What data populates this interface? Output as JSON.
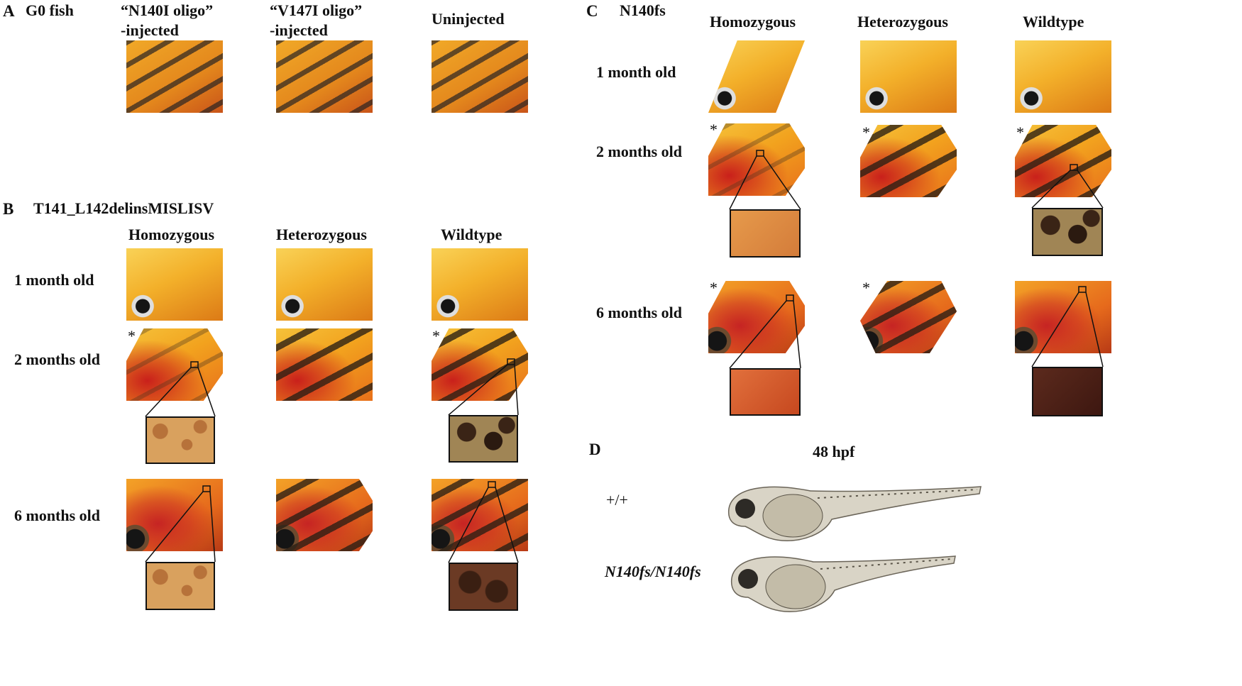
{
  "panel_a": {
    "letter": "A",
    "title": "G0 fish",
    "col1_line1": "“N140I oligo”",
    "col1_line2": "-injected",
    "col2_line1": "“V147I oligo”",
    "col2_line2": "-injected",
    "col3": "Uninjected"
  },
  "panel_b": {
    "letter": "B",
    "title": "T141_L142delinsMISLISV",
    "col1": "Homozygous",
    "col2": "Heterozygous",
    "col3": "Wildtype",
    "row1": "1 month old",
    "row2": "2 months old",
    "row3": "6 months old"
  },
  "panel_c": {
    "letter": "C",
    "title": "N140fs",
    "col1": "Homozygous",
    "col2": "Heterozygous",
    "col3": "Wildtype",
    "row1": "1 month old",
    "row2": "2 months old",
    "row3": "6 months old"
  },
  "panel_d": {
    "letter": "D",
    "title": "48 hpf",
    "row1": "+/+",
    "row2": "N140fs/N140fs"
  },
  "asterisk": "*"
}
